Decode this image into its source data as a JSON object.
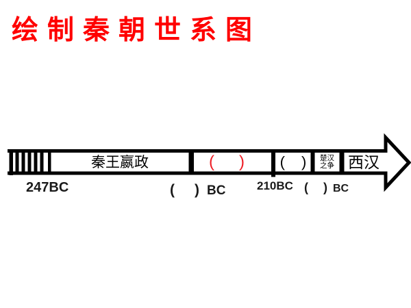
{
  "title": {
    "text": "绘制秦朝世系图",
    "color": "#ff0000"
  },
  "timeline": {
    "band": {
      "qin_label": "秦王嬴政",
      "red_blank": {
        "open": "(",
        "close": ")",
        "color": "#ed1c24"
      },
      "black_blank": {
        "open": "(",
        "close": ")"
      },
      "chuhan": {
        "line1": "楚汉",
        "line2": "之争"
      },
      "xihan_label": "西汉"
    },
    "below": {
      "start_year": "247BC",
      "blank1": {
        "open": "(",
        "close": ")",
        "suffix": "BC"
      },
      "mid_year": "210BC",
      "blank2": {
        "open": "(",
        "close": ")",
        "suffix": "BC"
      }
    }
  }
}
